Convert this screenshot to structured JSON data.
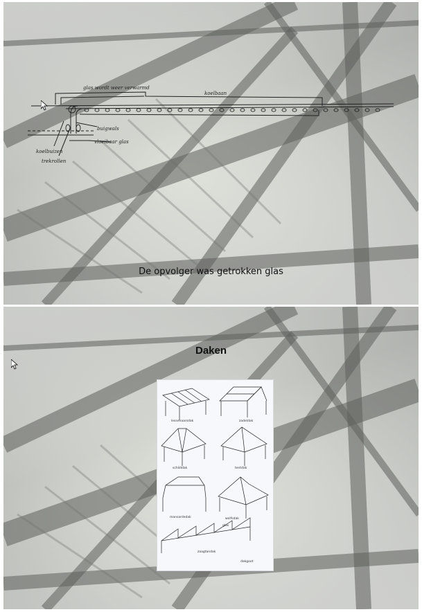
{
  "slide1": {
    "sketch_labels": {
      "top": "glas wordt weer verwarmd",
      "right": "koelbaan",
      "buigwals": "buigwals",
      "vloeibaar": "vloeibaar glas",
      "koelbuizen": "koelbuizen",
      "trekrollen": "trekrollen"
    },
    "caption": "De opvolger was getrokken glas"
  },
  "slide2": {
    "title": "Daken",
    "roof_labels": {
      "r1": "lessenaarsdak",
      "r2": "zadeldak",
      "r3": "schilddak",
      "r4": "tentdak",
      "r5": "mansardedak",
      "r6": "wolfsdak",
      "r7": "glas",
      "r8": "zaagtandak",
      "r9": "dakgoot"
    }
  }
}
